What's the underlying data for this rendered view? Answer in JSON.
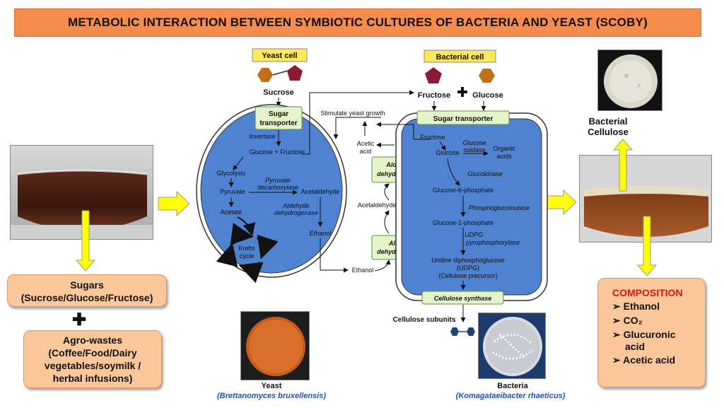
{
  "title": "METABOLIC INTERACTION BETWEEN SYMBIOTIC CULTURES OF BACTERIA AND YEAST (SCOBY)",
  "left": {
    "sugars_line1": "Sugars",
    "sugars_line2": "(Sucrose/Glucose/Fructose)",
    "plus": "✚",
    "agro_line1": "Agro-wastes",
    "agro_line2": "(Coffee/Food/Dairy",
    "agro_line3": "vegetables/soymilk /",
    "agro_line4": "herbal infusions)"
  },
  "yeast": {
    "header": "Yeast cell",
    "sucrose": "Sucrose",
    "sugar_transporter_1": "Sugar",
    "sugar_transporter_2": "transporter",
    "invertase": "Invertase",
    "glucose_fructose": "Glucose + Fructose",
    "glycolysis": "Glycolysis",
    "pyruvate": "Pyruvate",
    "pyruvate_decarboxylase_1": "Pyruvate",
    "pyruvate_decarboxylase_2": "decarboxylase",
    "acetaldehyde": "Acetaldehyde",
    "acetate": "Acetate",
    "aldehyde_dh_1": "Aldehyde",
    "aldehyde_dh_2": "dehydrogenase",
    "ethanol": "Ethanol",
    "krebs_1": "Krebs",
    "krebs_2": "cycle",
    "label": "Yeast",
    "species": "(Brettanomyces bruxellensis)"
  },
  "middle": {
    "stimulate": "Stimulate yeast growth",
    "acetic_acid_1": "Acetic",
    "acetic_acid_2": "acid",
    "aldehyde_box_1": "Aldehyde",
    "aldehyde_box_2": "dehydrogenase",
    "acetaldehyde": "Acetaldehyde",
    "alcohol_box_1": "Alcohol",
    "alcohol_box_2": "dehydrogenase",
    "ethanol": "Ethanol"
  },
  "bacteria": {
    "header": "Bacterial cell",
    "fructose": "Fructose",
    "glucose": "Glucose",
    "sugar_transporter": "Sugar transporter",
    "fructose_in": "Fructose",
    "glucose_in": "Glucose",
    "glucose_oxidase_1": "Glucose",
    "glucose_oxidase_2": "oxidase",
    "organic_acids_1": "Organic",
    "organic_acids_2": "acids",
    "glucokinase": "Glucokinase",
    "g6p": "Glucose-6-phosphate",
    "phosphoglucomutase": "Phosphoglucomutase",
    "g1p": "Glucose-1-phosphate",
    "udpg_1": "UDPG",
    "udpg_2": "pyrophosphorylase",
    "udp_glucose_1": "Uridine diphosphoglucose",
    "udp_glucose_2": "(UDPG)",
    "udp_glucose_3": "(Cellulose precursor)",
    "cellulose_synthase": "Cellulose synthase",
    "cellulose_subunits": "Cellulose subunits",
    "label": "Bacteria",
    "species": "(Komagataeibacter rhaeticus)"
  },
  "right": {
    "cellulose_1": "Bacterial",
    "cellulose_2": "Cellulose",
    "composition_title": "COMPOSITION",
    "items": [
      "Ethanol",
      "CO₂",
      "Glucuronic",
      "acid",
      "Acetic acid"
    ],
    "bullet": "➢"
  },
  "colors": {
    "title_bg": "#f58b4c",
    "box_bg": "#f9c79a",
    "cell_blue": "#4f82d0",
    "header_yellow": "#ffe85a",
    "transporter_green": "#e3f4c8",
    "arrow_yellow": "#ffff00",
    "hexagon": "#c0701a",
    "pentagon": "#8c1a33",
    "species_blue": "#1f4fbf",
    "composition_red": "#d01818"
  }
}
